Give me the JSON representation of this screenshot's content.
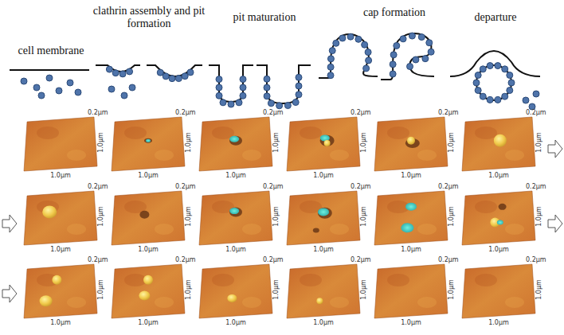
{
  "diagram": {
    "labels": [
      "cell membrane",
      "clathrin assembly and pit formation",
      "pit maturation",
      "cap formation",
      "departure",
      "0.2µm",
      "1.0µm",
      "1.0µm",
      "0.2µm",
      "1.0µm",
      "1.0µm",
      "0.2µm",
      "1.0µm",
      "1.0µm",
      "0.2µm",
      "1.0µm",
      "1.0µm",
      "0.2µm",
      "1.0µm",
      "1.0µm",
      "0.2µm",
      "1.0µm",
      "1.0µm",
      "0.2µm",
      "1.0µm",
      "1.0µm",
      "0.2µm",
      "1.0µm",
      "1.0µm",
      "0.2µm",
      "1.0µm",
      "1.0µm",
      "0.2µm",
      "1.0µm",
      "1.0µm",
      "0.2µm",
      "1.0µm",
      "1.0µm",
      "0.2µm",
      "1.0µm",
      "1.0µm",
      "0.2µm",
      "1.0µm",
      "1.0µm",
      "0.2µm",
      "1.0µm",
      "1.0µm",
      "0.2µm",
      "1.0µm",
      "1.0µm",
      "0.2µm",
      "1.0µm",
      "1.0µm",
      "0.2µm",
      "1.0µm",
      "1.0µm",
      "0.2µm",
      "1.0µm",
      "1.0µm"
    ]
  }
}
